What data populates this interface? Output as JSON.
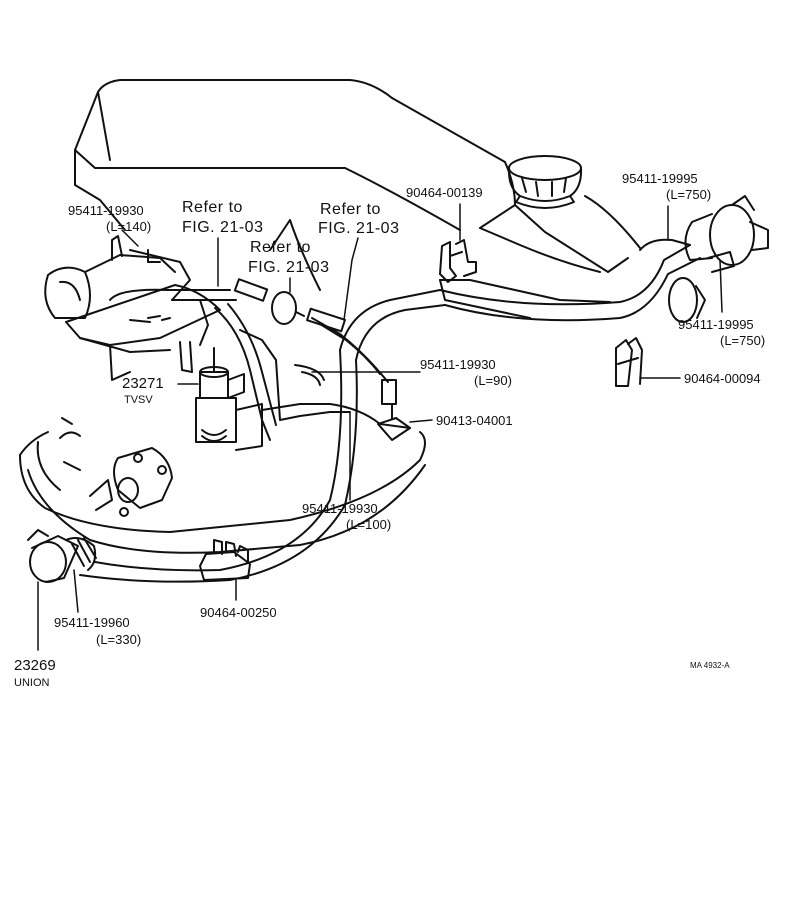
{
  "labels": {
    "hose_140_part": "95411-19930",
    "hose_140_len": "(L=140)",
    "refer1_a": "Refer to",
    "refer1_b": "FIG. 21-03",
    "refer2_a": "Refer to",
    "refer2_b": "FIG. 21-03",
    "refer3_a": "Refer to",
    "refer3_b": "FIG. 21-03",
    "clamp_139": "90464-00139",
    "hose_750a_part": "95411-19995",
    "hose_750a_len": "(L=750)",
    "hose_750b_part": "95411-19995",
    "hose_750b_len": "(L=750)",
    "clamp_094": "90464-00094",
    "hose_90_part": "95411-19930",
    "hose_90_len": "(L=90)",
    "tvsv_part": "23271",
    "tvsv_name": "TVSV",
    "union_04001": "90413-04001",
    "hose_100_part": "95411-19930",
    "hose_100_len": "(L=100)",
    "hose_330_part": "95411-19960",
    "hose_330_len": "(L=330)",
    "clamp_250": "90464-00250",
    "union_part": "23269",
    "union_name": "UNION",
    "drawing_code": "MA  4932-A"
  }
}
